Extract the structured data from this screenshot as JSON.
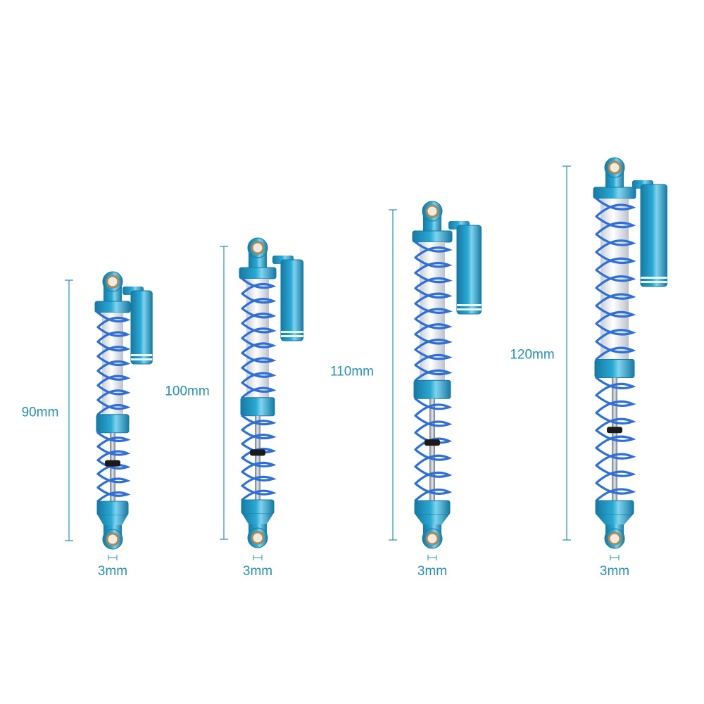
{
  "colors": {
    "accent": "#2a8fb0",
    "anodized_blue": "#2aa9d4",
    "anodized_dark": "#1679a3",
    "spring_blue": "#2e6fd8",
    "body_silver": "#e6e9ee",
    "rod_steel": "#9aa4ae",
    "bumper_black": "#1a1a1a",
    "bushing_brass": "#a8895a"
  },
  "shocks": [
    {
      "length_label": "90mm",
      "bore_label": "3mm",
      "length_mm": 90
    },
    {
      "length_label": "100mm",
      "bore_label": "3mm",
      "length_mm": 100
    },
    {
      "length_label": "110mm",
      "bore_label": "3mm",
      "length_mm": 110
    },
    {
      "length_label": "120mm",
      "bore_label": "3mm",
      "length_mm": 120
    }
  ]
}
